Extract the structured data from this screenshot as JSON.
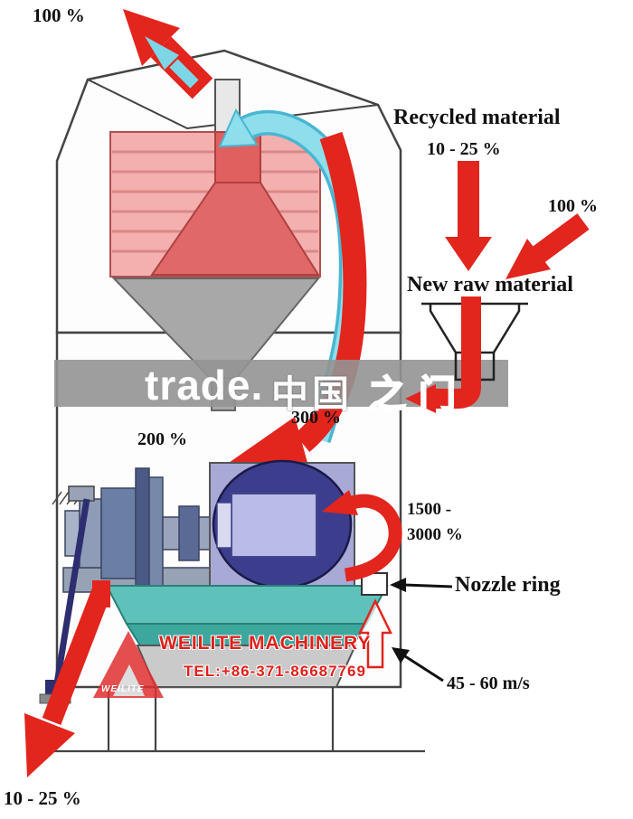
{
  "labels": {
    "top_left_pct": "100 %",
    "recycled_material": "Recycled material",
    "recycled_pct": "10 - 25 %",
    "right_pct": "100 %",
    "new_raw_material": "New raw material",
    "pct_300": "300 %",
    "pct_200": "200 %",
    "pct_1500": "1500 -",
    "pct_3000": "3000 %",
    "nozzle_ring": "Nozzle ring",
    "gas_speed": "45 - 60 m/s",
    "bottom_pct": "10 - 25 %"
  },
  "watermarks": {
    "trade_text": "trade.",
    "trade_cjk": "中国",
    "trade_cjk_hollow": "之门",
    "company": "WEILITE MACHINERY",
    "phone": "TEL:+86-371-86687769",
    "logo_text": "WEILITE"
  },
  "colors": {
    "arrow_red": "#e2251d",
    "flow_cyan": "#7cd6e6",
    "flow_cyan_edge": "#49b6d2",
    "cage_pink": "#f4b0ae",
    "cone_red": "#e06868",
    "funnel_gray": "#a8a8a8",
    "roller_navy": "#3d3d8e",
    "roller_lilac": "#a9a9d6",
    "table_teal": "#5fc2ba",
    "watermark_gray": "rgba(148,148,148,0.9)",
    "outline": "#444444"
  }
}
